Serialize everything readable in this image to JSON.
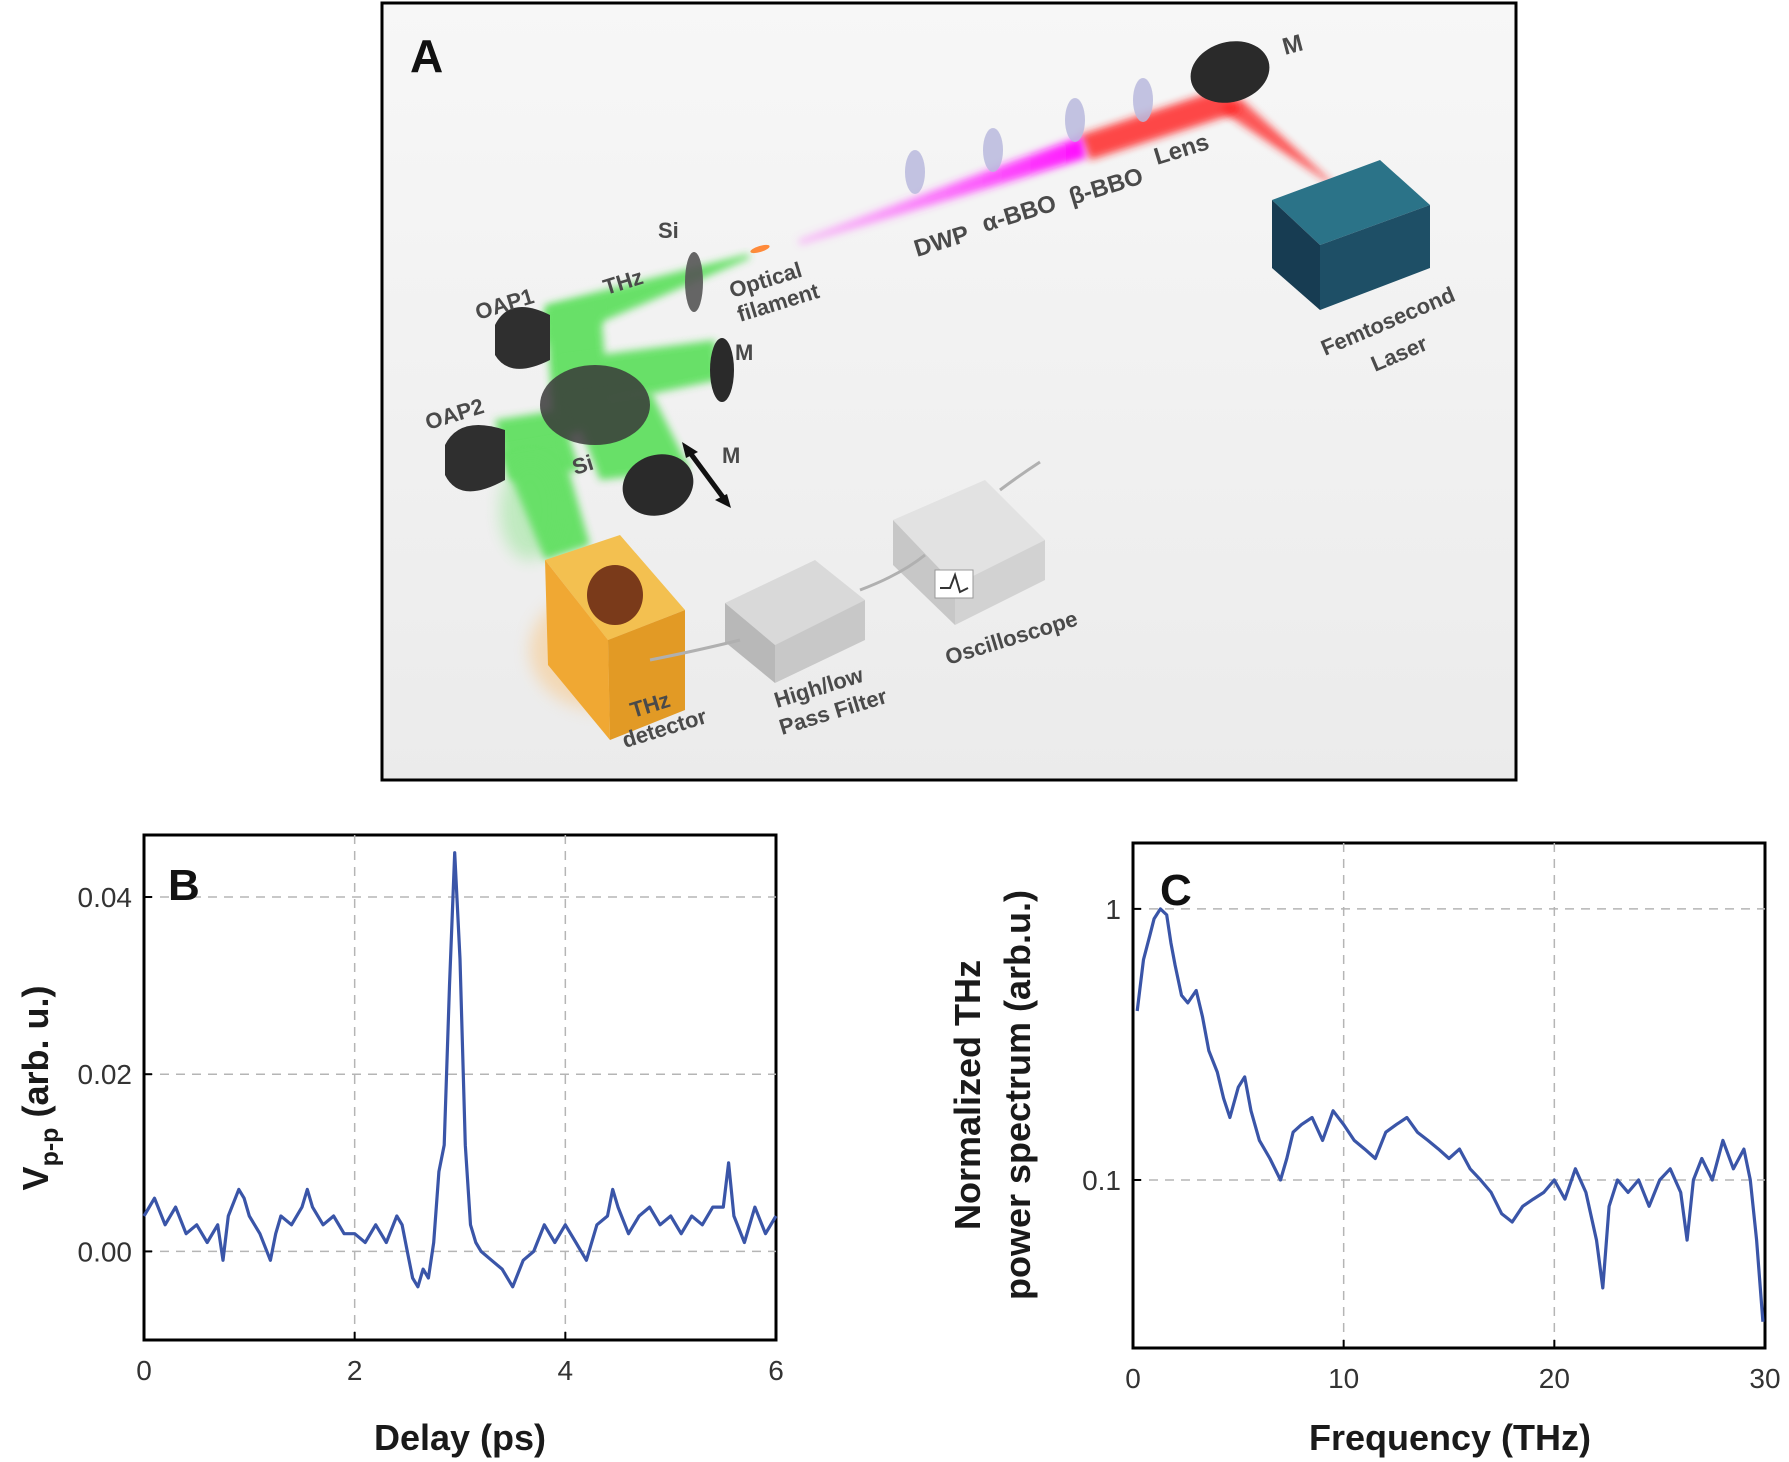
{
  "panel_a": {
    "letter": "A",
    "labels": {
      "m_top": "M",
      "lens": "Lens",
      "bbo_beta": "β-BBO",
      "bbo_alpha": "α-BBO",
      "dwp": "DWP",
      "laser_line1": "Femtosecond",
      "laser_line2": "Laser",
      "filament_line1": "Optical",
      "filament_line2": "filament",
      "si_top": "Si",
      "thz": "THz",
      "oap1": "OAP1",
      "oap2": "OAP2",
      "m_mid": "M",
      "m_low": "M",
      "si_low": "Si",
      "detector_line1": "THz",
      "detector_line2": "detector",
      "filter_line1": "High/low",
      "filter_line2": "Pass Filter",
      "oscilloscope": "Oscilloscope"
    },
    "colors": {
      "beam_red": "#ff1a1a",
      "beam_magenta": "#ff33ff",
      "beam_green": "#33dd33",
      "laser_box": "#1f5570",
      "detector_box": "#f5b33a"
    }
  },
  "chart_data": [
    {
      "panel": "B",
      "type": "line",
      "xlabel": "Delay (ps)",
      "ylabel_main": "V",
      "ylabel_sub": "p-p",
      "ylabel_rest": " (arb. u.)",
      "xlim": [
        0,
        6
      ],
      "ylim": [
        -0.01,
        0.047
      ],
      "xticks": [
        0,
        2,
        4,
        6
      ],
      "xtick_labels": [
        "0",
        "2",
        "4",
        "6"
      ],
      "yticks": [
        0.0,
        0.02,
        0.04
      ],
      "ytick_labels": [
        "0.00",
        "0.02",
        "0.04"
      ],
      "grid": true,
      "color": "#3a55a8",
      "x": [
        0,
        0.1,
        0.2,
        0.3,
        0.4,
        0.5,
        0.6,
        0.7,
        0.75,
        0.8,
        0.9,
        0.95,
        1.0,
        1.1,
        1.2,
        1.25,
        1.3,
        1.4,
        1.5,
        1.55,
        1.6,
        1.7,
        1.8,
        1.9,
        2.0,
        2.1,
        2.2,
        2.3,
        2.4,
        2.45,
        2.5,
        2.55,
        2.6,
        2.65,
        2.7,
        2.75,
        2.8,
        2.85,
        2.9,
        2.95,
        3.0,
        3.05,
        3.1,
        3.15,
        3.2,
        3.3,
        3.4,
        3.5,
        3.6,
        3.7,
        3.8,
        3.9,
        4.0,
        4.1,
        4.2,
        4.3,
        4.4,
        4.45,
        4.5,
        4.6,
        4.7,
        4.8,
        4.9,
        5.0,
        5.1,
        5.2,
        5.3,
        5.4,
        5.5,
        5.55,
        5.6,
        5.7,
        5.8,
        5.9,
        6.0
      ],
      "y": [
        0.004,
        0.006,
        0.003,
        0.005,
        0.002,
        0.003,
        0.001,
        0.003,
        -0.001,
        0.004,
        0.007,
        0.006,
        0.004,
        0.002,
        -0.001,
        0.002,
        0.004,
        0.003,
        0.005,
        0.007,
        0.005,
        0.003,
        0.004,
        0.002,
        0.002,
        0.001,
        0.003,
        0.001,
        0.004,
        0.003,
        0.0,
        -0.003,
        -0.004,
        -0.002,
        -0.003,
        0.001,
        0.009,
        0.012,
        0.03,
        0.045,
        0.033,
        0.012,
        0.003,
        0.001,
        0.0,
        -0.001,
        -0.002,
        -0.004,
        -0.001,
        0.0,
        0.003,
        0.001,
        0.003,
        0.001,
        -0.001,
        0.003,
        0.004,
        0.007,
        0.005,
        0.002,
        0.004,
        0.005,
        0.003,
        0.004,
        0.002,
        0.004,
        0.003,
        0.005,
        0.005,
        0.01,
        0.004,
        0.001,
        0.005,
        0.002,
        0.004
      ]
    },
    {
      "panel": "C",
      "type": "line",
      "xlabel": "Frequency (THz)",
      "ylabel_line1": "Normalized THz",
      "ylabel_line2": "power spectrum (arb.u.)",
      "xlim": [
        0,
        30
      ],
      "ylim": [
        0.024,
        1.75
      ],
      "yscale": "log",
      "xticks": [
        0,
        10,
        20,
        30
      ],
      "xtick_labels": [
        "0",
        "10",
        "20",
        "30"
      ],
      "yticks": [
        0.1,
        1
      ],
      "ytick_labels": [
        "0.1",
        "1"
      ],
      "grid": true,
      "color": "#3a55a8",
      "x": [
        0.2,
        0.5,
        0.8,
        1.0,
        1.3,
        1.6,
        1.8,
        2.0,
        2.3,
        2.6,
        3.0,
        3.3,
        3.6,
        4.0,
        4.3,
        4.6,
        5.0,
        5.3,
        5.6,
        6.0,
        6.5,
        7.0,
        7.3,
        7.6,
        8.0,
        8.5,
        9.0,
        9.5,
        10.0,
        10.5,
        11.0,
        11.5,
        12.0,
        12.5,
        13.0,
        13.5,
        14.0,
        14.5,
        15.0,
        15.5,
        16.0,
        16.5,
        17.0,
        17.5,
        18.0,
        18.5,
        19.0,
        19.5,
        20.0,
        20.5,
        21.0,
        21.5,
        22.0,
        22.3,
        22.6,
        23.0,
        23.5,
        24.0,
        24.5,
        25.0,
        25.5,
        26.0,
        26.3,
        26.6,
        27.0,
        27.5,
        28.0,
        28.5,
        29.0,
        29.3,
        29.6,
        29.9
      ],
      "y": [
        0.42,
        0.65,
        0.8,
        0.92,
        1.0,
        0.95,
        0.75,
        0.62,
        0.48,
        0.45,
        0.5,
        0.4,
        0.3,
        0.25,
        0.2,
        0.17,
        0.22,
        0.24,
        0.18,
        0.14,
        0.12,
        0.1,
        0.12,
        0.15,
        0.16,
        0.17,
        0.14,
        0.18,
        0.16,
        0.14,
        0.13,
        0.12,
        0.15,
        0.16,
        0.17,
        0.15,
        0.14,
        0.13,
        0.12,
        0.13,
        0.11,
        0.1,
        0.09,
        0.075,
        0.07,
        0.08,
        0.085,
        0.09,
        0.1,
        0.085,
        0.11,
        0.09,
        0.06,
        0.04,
        0.08,
        0.1,
        0.09,
        0.1,
        0.08,
        0.1,
        0.11,
        0.09,
        0.06,
        0.1,
        0.12,
        0.1,
        0.14,
        0.11,
        0.13,
        0.1,
        0.06,
        0.03
      ]
    }
  ]
}
